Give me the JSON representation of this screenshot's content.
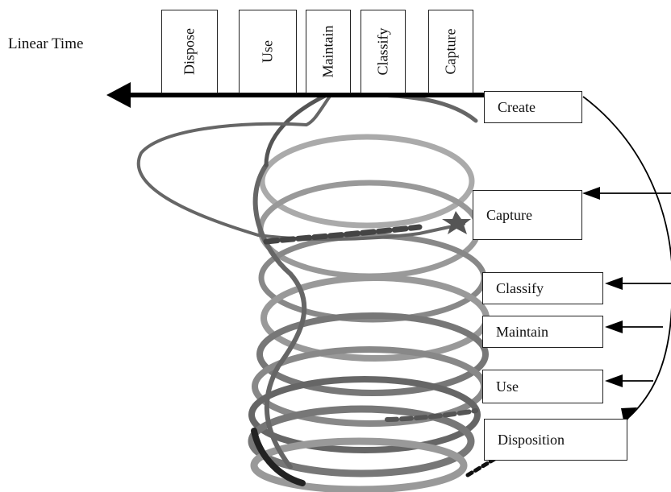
{
  "timeline": {
    "label": "Linear Time"
  },
  "phases": [
    "Dispose",
    "Use",
    "Maintain",
    "Classify",
    "Capture"
  ],
  "stages": [
    "Create",
    "Capture",
    "Classify",
    "Maintain",
    "Use",
    "Disposition"
  ]
}
